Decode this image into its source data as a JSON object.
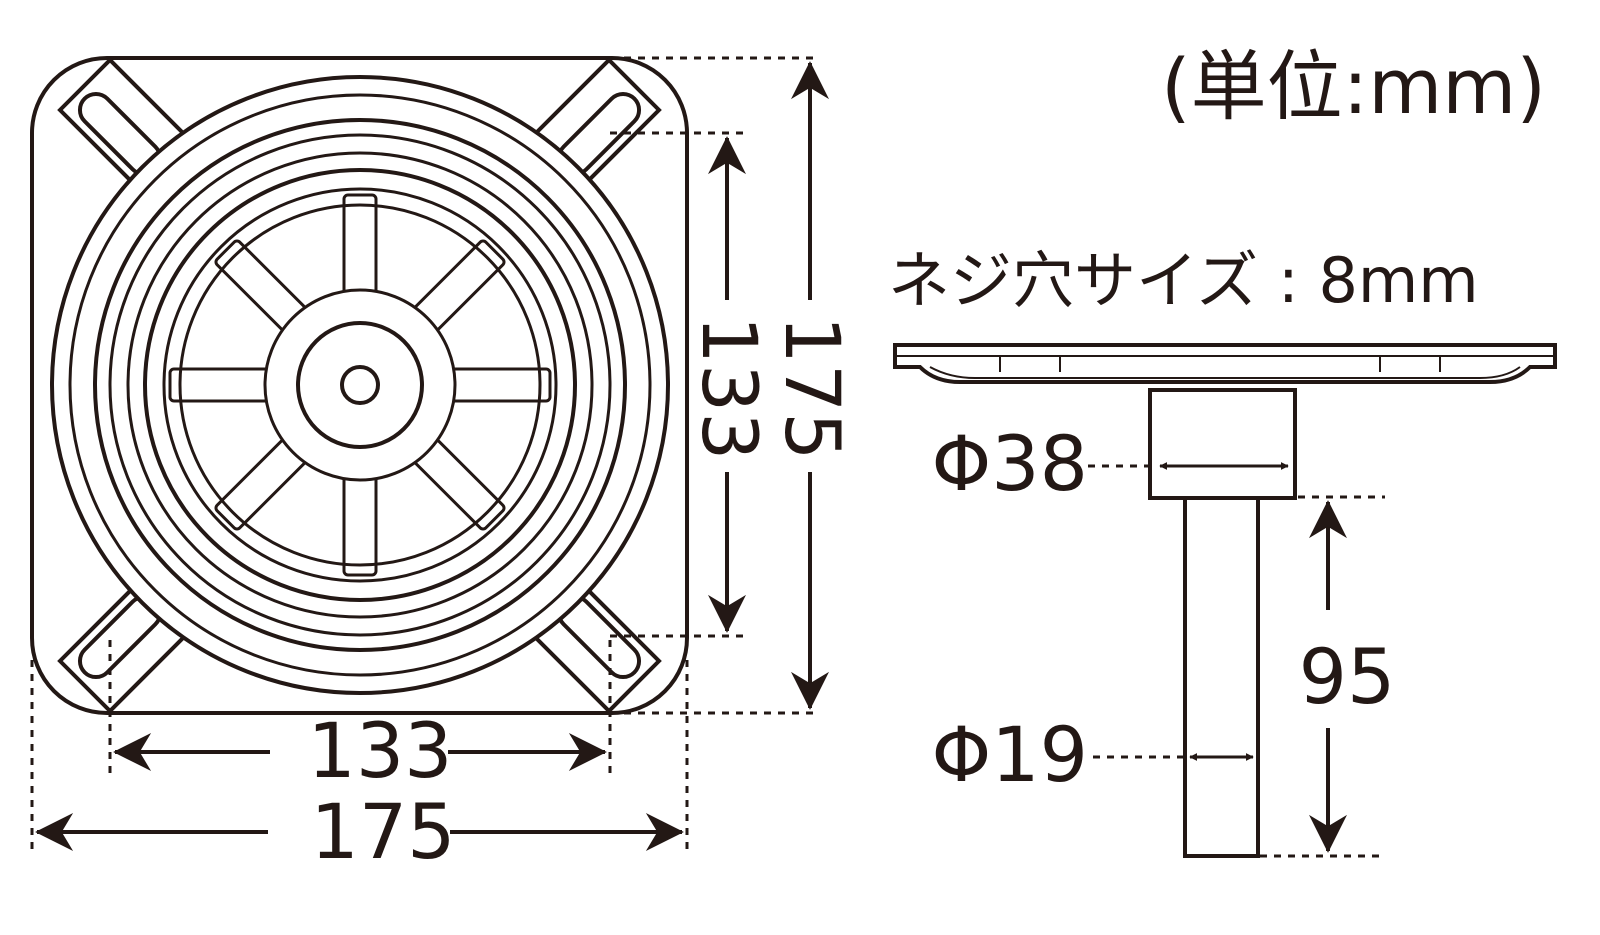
{
  "unit_note": "(単位:mm)",
  "screw_hole_note": "ネジ穴サイズ : 8mm",
  "dims": {
    "plate_width": "175",
    "plate_height": "175",
    "bolt_spacing_width": "133",
    "bolt_spacing_height": "133",
    "upper_tube_diameter": "Φ38",
    "lower_tube_diameter": "Φ19",
    "tube_length": "95"
  },
  "colors": {
    "ink": "#231815",
    "background": "#ffffff"
  }
}
